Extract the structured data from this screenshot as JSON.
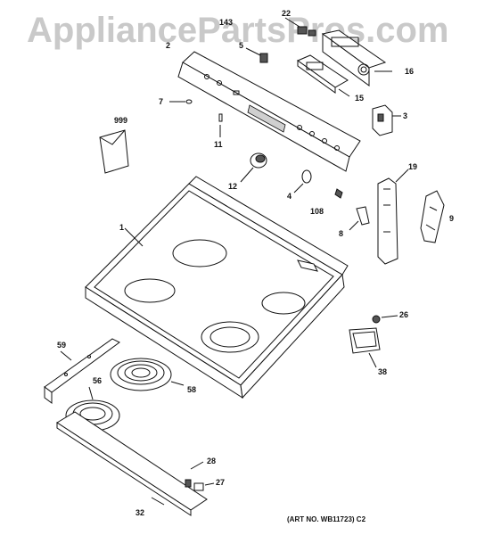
{
  "watermark": "AppliancePartsPros.com",
  "art_number": "(ART NO. WB11723) C2",
  "callouts": [
    {
      "id": "c22",
      "label": "22"
    },
    {
      "id": "c143",
      "label": "143"
    },
    {
      "id": "c2",
      "label": "2"
    },
    {
      "id": "c5",
      "label": "5"
    },
    {
      "id": "c16",
      "label": "16"
    },
    {
      "id": "c15",
      "label": "15"
    },
    {
      "id": "c7",
      "label": "7"
    },
    {
      "id": "c3",
      "label": "3"
    },
    {
      "id": "c999",
      "label": "999"
    },
    {
      "id": "c11",
      "label": "11"
    },
    {
      "id": "c19",
      "label": "19"
    },
    {
      "id": "c12",
      "label": "12"
    },
    {
      "id": "c4",
      "label": "4"
    },
    {
      "id": "c108",
      "label": "108"
    },
    {
      "id": "c9",
      "label": "9"
    },
    {
      "id": "c1",
      "label": "1"
    },
    {
      "id": "c8",
      "label": "8"
    },
    {
      "id": "c26",
      "label": "26"
    },
    {
      "id": "c59",
      "label": "59"
    },
    {
      "id": "c38",
      "label": "38"
    },
    {
      "id": "c56",
      "label": "56"
    },
    {
      "id": "c58",
      "label": "58"
    },
    {
      "id": "c28",
      "label": "28"
    },
    {
      "id": "c27",
      "label": "27"
    },
    {
      "id": "c32",
      "label": "32"
    }
  ]
}
